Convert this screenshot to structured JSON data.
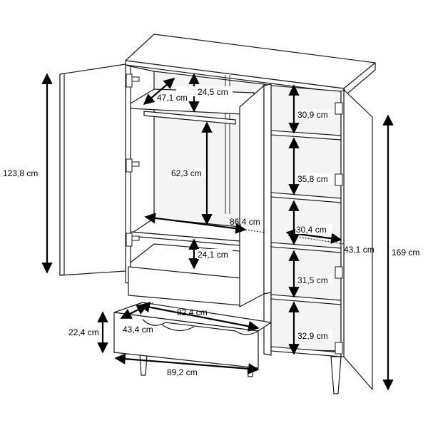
{
  "diagram": {
    "dimensions": {
      "shelf_depth_top": "47,1 cm",
      "top_compartment_height": "24,5 cm",
      "hanging_height": "62,3 cm",
      "inner_width_left": "86,4 cm",
      "lower_compartment_height": "24,1 cm",
      "drawer_width_inner": "82,4 cm",
      "drawer_depth": "43,4 cm",
      "drawer_height": "22,4 cm",
      "total_width": "89,2 cm",
      "left_door_height": "123,8 cm",
      "shelf_1_height": "30,9 cm",
      "shelf_2_height": "35,8 cm",
      "right_shelf_width": "30,4 cm",
      "right_shelf_depth": "43,1 cm",
      "shelf_4_height": "31,5 cm",
      "shelf_5_height": "32,9 cm",
      "total_height": "169 cm"
    }
  }
}
